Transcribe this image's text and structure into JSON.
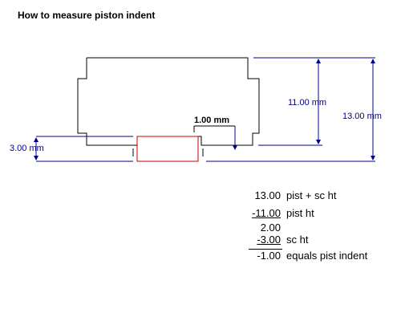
{
  "title": "How to measure piston indent",
  "labels": {
    "pist_sc_height": "11.00 mm",
    "total_height": "13.00 mm",
    "clearance": "3.00 mm",
    "indent": "1.00 mm"
  },
  "calculation": [
    {
      "value": "13.00",
      "description": "pist + sc ht"
    },
    {
      "value": "-11.00",
      "description": "pist ht"
    },
    {
      "value": "2.00",
      "description": ""
    },
    {
      "value": "-3.00",
      "description": "sc ht"
    },
    {
      "value": "-1.00",
      "description": "equals pist indent"
    }
  ],
  "colors": {
    "outline": "#000000",
    "dimension": "#00008b",
    "piston": "#cc0000"
  }
}
